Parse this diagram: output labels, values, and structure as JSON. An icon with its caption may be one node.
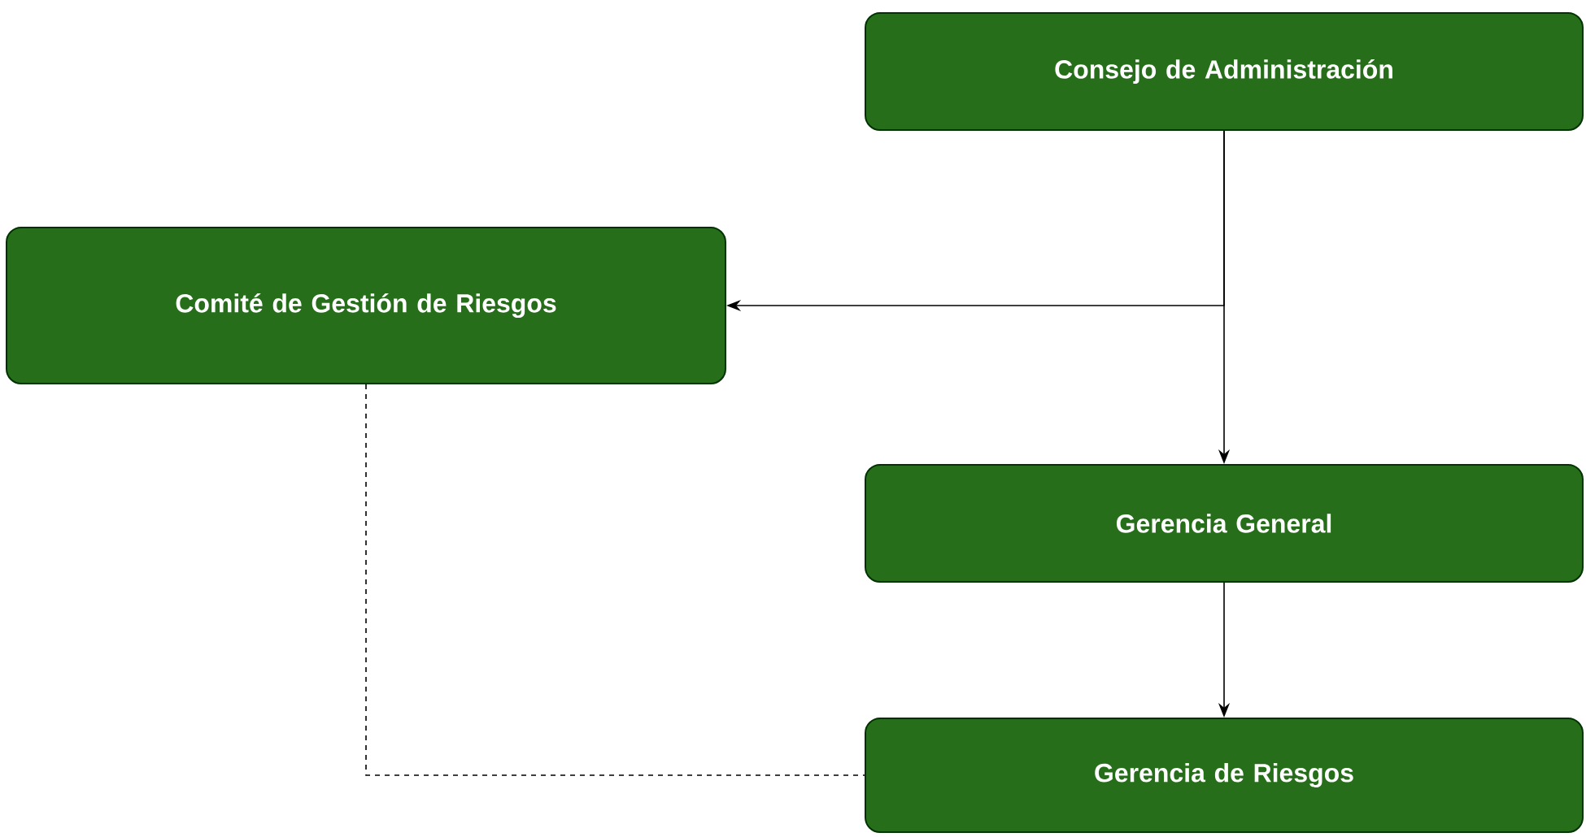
{
  "diagram": {
    "nodes": [
      {
        "text": [
          "Consejo de Administración"
        ]
      },
      {
        "text": [
          "Comité de Gestión de Riesgos"
        ]
      },
      {
        "text": [
          "Gerencia General"
        ]
      },
      {
        "text": [
          "Gerencia de Riesgos"
        ]
      }
    ],
    "edges": [
      {
        "from": 0,
        "to": 2,
        "arrow": "to"
      },
      {
        "from": 0,
        "to": 1,
        "arrow": "to"
      },
      {
        "from": 2,
        "to": 3,
        "arrow": "to"
      },
      {
        "from": 1,
        "to": 3,
        "arrow": "none",
        "style": "dashed"
      }
    ]
  }
}
